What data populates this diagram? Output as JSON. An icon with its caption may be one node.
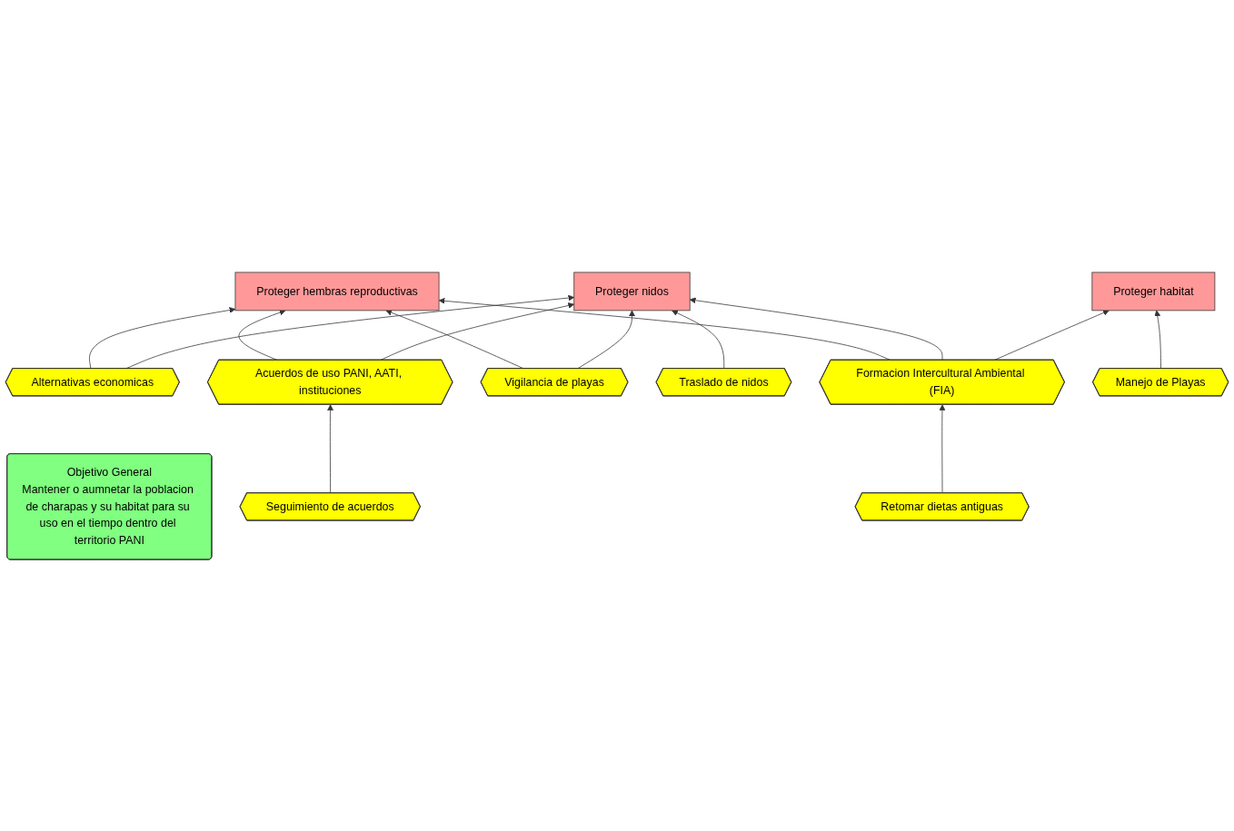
{
  "diagram": {
    "nodes": [
      {
        "text": [
          "Objetivo General",
          "Mantener o aumnetar la poblacion de charapas y su habitat para su uso en el tiempo dentro del territorio PANI"
        ]
      },
      {
        "text": [
          "Proteger hembras reproductivas"
        ]
      },
      {
        "text": [
          "Proteger nidos"
        ]
      },
      {
        "text": [
          "Proteger habitat"
        ]
      },
      {
        "text": [
          "Alternativas economicas"
        ]
      },
      {
        "text": [
          "Acuerdos de uso PANI, AATI, instituciones"
        ]
      },
      {
        "text": [
          "Vigilancia de playas"
        ]
      },
      {
        "text": [
          "Traslado de nidos"
        ]
      },
      {
        "text": [
          "Formacion Intercultural Ambiental (FIA)"
        ]
      },
      {
        "text": [
          "Manejo de Playas"
        ]
      },
      {
        "text": [
          "Seguimiento de acuerdos"
        ]
      },
      {
        "text": [
          "Retomar dietas antiguas"
        ]
      }
    ],
    "edges": [
      {
        "from": 4,
        "to": 1,
        "arrow": "to"
      },
      {
        "from": 4,
        "to": 2,
        "arrow": "to"
      },
      {
        "from": 5,
        "to": 1,
        "arrow": "to"
      },
      {
        "from": 5,
        "to": 2,
        "arrow": "to"
      },
      {
        "from": 6,
        "to": 1,
        "arrow": "to"
      },
      {
        "from": 6,
        "to": 2,
        "arrow": "to"
      },
      {
        "from": 7,
        "to": 2,
        "arrow": "to"
      },
      {
        "from": 8,
        "to": 1,
        "arrow": "to"
      },
      {
        "from": 8,
        "to": 2,
        "arrow": "to"
      },
      {
        "from": 8,
        "to": 3,
        "arrow": "to"
      },
      {
        "from": 9,
        "to": 3,
        "arrow": "to"
      },
      {
        "from": 10,
        "to": 5,
        "arrow": "to"
      },
      {
        "from": 11,
        "to": 8,
        "arrow": "to"
      }
    ]
  }
}
